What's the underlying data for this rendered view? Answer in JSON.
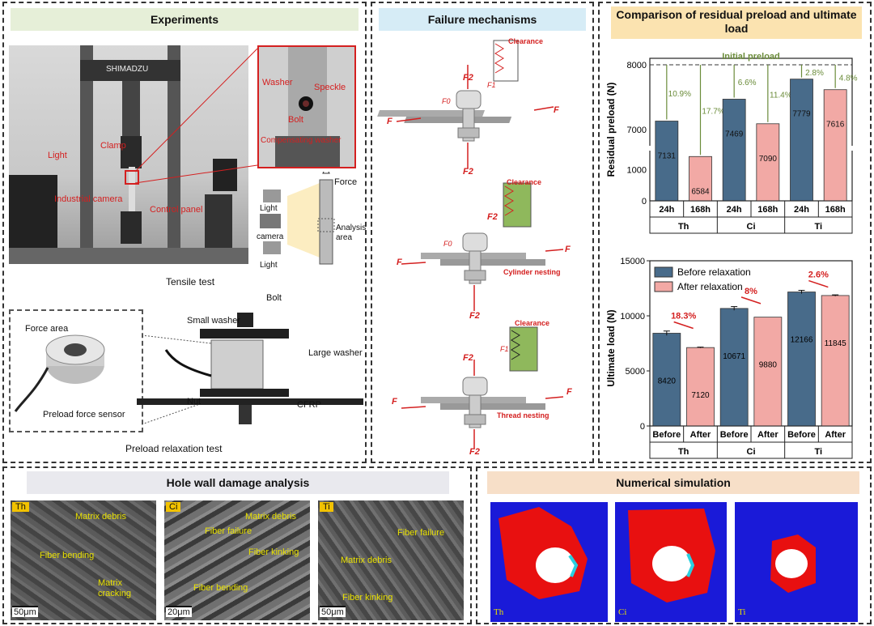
{
  "panels": {
    "experiments": "Experiments",
    "failure": "Failure mechanisms",
    "comparison": "Comparison of residual preload and ultimate load",
    "hole": "Hole wall damage analysis",
    "numerical": "Numerical simulation"
  },
  "experiments": {
    "brand": "SHIMADZU",
    "washer": "Washer",
    "speckle": "Speckle",
    "bolt": "Bolt",
    "comp_washer": "Compensating washer",
    "clamp": "Clamp",
    "light": "Light",
    "industrial_camera": "Industrial camera",
    "control_panel": "Control panel",
    "force": "Force",
    "light2": "Light",
    "camera": "camera",
    "light3": "Light",
    "analysis_area": "Analysis area",
    "tensile_test": "Tensile test",
    "bolt2": "Bolt",
    "small_washer": "Small washer",
    "large_washer": "Large washer",
    "force_area": "Force area",
    "nut": "Nut",
    "cfrp": "CFRP",
    "preload_sensor": "Preload force sensor",
    "preload_test": "Preload relaxation test"
  },
  "failure": {
    "clearance": "Clearance",
    "cylinder_nesting": "Cylinder nesting",
    "thread_nesting": "Thread nesting",
    "F": "F",
    "F0": "F0",
    "F1": "F1",
    "F2": "F2"
  },
  "hole": {
    "th": "Th",
    "ci": "Ci",
    "ti": "Ti",
    "matrix_debris": "Matrix debris",
    "fiber_bending": "Fiber bending",
    "matrix_cracking": "Matrix cracking",
    "scale1": "50μm",
    "matrix_debris2": "Matrix debris",
    "fiber_failure": "Fiber failure",
    "fiber_kinking": "Fiber kinking",
    "fiber_bending2": "Fiber bending",
    "scale2": "20μm",
    "fiber_failure2": "Fiber failure",
    "matrix_debris3": "Matrix debris",
    "fiber_kinking2": "Fiber kinking",
    "scale3": "50μm"
  },
  "numerical": {
    "th": "Th",
    "ci": "Ci",
    "ti": "Ti"
  },
  "colors": {
    "blue": "#486b8a",
    "pink": "#f2a9a5",
    "red": "#d42020",
    "green": "#6b8c3a"
  },
  "chart_data": [
    {
      "type": "bar",
      "ylabel": "Residual preload (N)",
      "categories": [
        "24h",
        "168h",
        "24h",
        "168h",
        "24h",
        "168h"
      ],
      "groups": [
        "Th",
        "Ci",
        "Ti"
      ],
      "values": [
        7131,
        6584,
        7469,
        7090,
        7779,
        7616
      ],
      "value_labels": [
        "7131",
        "6584",
        "7469",
        "7090",
        "7779",
        "7616"
      ],
      "percent_labels": [
        "10.9%",
        "17.7%",
        "6.6%",
        "11.4%",
        "2.8%",
        "4.8%"
      ],
      "reference_line": {
        "value": 8000,
        "label": "Initial preload"
      },
      "yticks_upper": [
        "8000",
        "7000"
      ],
      "yticks_lower": [
        "1000",
        "0"
      ]
    },
    {
      "type": "bar",
      "ylabel": "Ultimate load (N)",
      "categories": [
        "Before",
        "After",
        "Before",
        "After",
        "Before",
        "After"
      ],
      "groups": [
        "Th",
        "Ci",
        "Ti"
      ],
      "series": [
        {
          "name": "Before relaxation",
          "values": [
            8420,
            10671,
            12166
          ]
        },
        {
          "name": "After relaxation",
          "values": [
            7120,
            9880,
            11845
          ]
        }
      ],
      "value_labels": [
        "8420",
        "7120",
        "10671",
        "9880",
        "12166",
        "11845"
      ],
      "errors": [
        200,
        40,
        170,
        0,
        150,
        60
      ],
      "percent_labels": [
        "18.3%",
        "8%",
        "2.6%"
      ],
      "yticks": [
        "15000",
        "10000",
        "5000",
        "0"
      ],
      "ylim": [
        0,
        15000
      ]
    }
  ]
}
